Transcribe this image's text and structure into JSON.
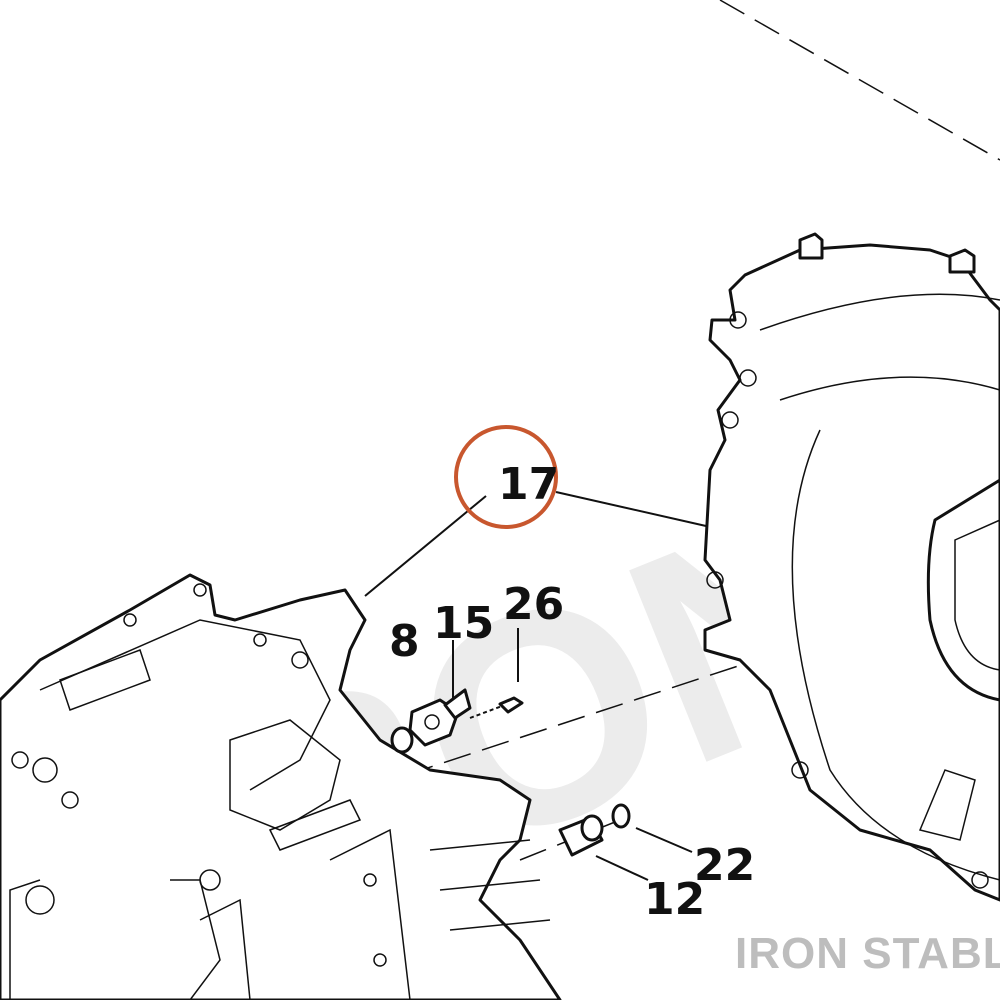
{
  "watermark": {
    "text": "IRON STABLE"
  },
  "brand": {
    "text": "IRON STABLE",
    "color": "#bdbdbd"
  },
  "highlight": {
    "color": "#c8572e",
    "part": "17"
  },
  "callouts": [
    {
      "id": "17",
      "label": "17"
    },
    {
      "id": "8",
      "label": "8"
    },
    {
      "id": "15",
      "label": "15"
    },
    {
      "id": "26",
      "label": "26"
    },
    {
      "id": "22",
      "label": "22"
    },
    {
      "id": "12",
      "label": "12"
    }
  ]
}
